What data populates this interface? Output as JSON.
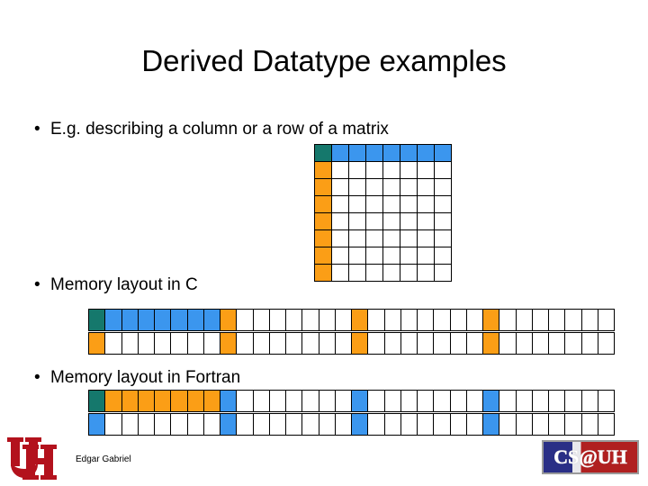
{
  "slide": {
    "title": "Derived Datatype examples",
    "background_color": "#FFFFFF",
    "text_color": "#000000"
  },
  "bullets": [
    {
      "marker": "•",
      "text": "E.g. describing a column or a row of a matrix"
    },
    {
      "marker": "•",
      "text": "Memory layout in C"
    },
    {
      "marker": "•",
      "text": "Memory layout in Fortran"
    }
  ],
  "colors": {
    "teal": "#15786C",
    "blue": "#3B96EE",
    "orange": "#FB9E16",
    "white": "#FFFFFF",
    "grid_line": "#000000",
    "logo_red": "#B02020",
    "logo_blue": "#2A2F86"
  },
  "matrix": {
    "rows": 8,
    "cols": 8,
    "cell_colors": [
      [
        "teal",
        "blue",
        "blue",
        "blue",
        "blue",
        "blue",
        "blue",
        "blue"
      ],
      [
        "orange",
        "white",
        "white",
        "white",
        "white",
        "white",
        "white",
        "white"
      ],
      [
        "orange",
        "white",
        "white",
        "white",
        "white",
        "white",
        "white",
        "white"
      ],
      [
        "orange",
        "white",
        "white",
        "white",
        "white",
        "white",
        "white",
        "white"
      ],
      [
        "orange",
        "white",
        "white",
        "white",
        "white",
        "white",
        "white",
        "white"
      ],
      [
        "orange",
        "white",
        "white",
        "white",
        "white",
        "white",
        "white",
        "white"
      ],
      [
        "orange",
        "white",
        "white",
        "white",
        "white",
        "white",
        "white",
        "white"
      ],
      [
        "orange",
        "white",
        "white",
        "white",
        "white",
        "white",
        "white",
        "white"
      ]
    ]
  },
  "memory_layout_c": {
    "label": "Memory layout in C",
    "cells_per_row": 32,
    "rows": [
      [
        "teal",
        "blue",
        "blue",
        "blue",
        "blue",
        "blue",
        "blue",
        "blue",
        "orange",
        "white",
        "white",
        "white",
        "white",
        "white",
        "white",
        "white",
        "orange",
        "white",
        "white",
        "white",
        "white",
        "white",
        "white",
        "white",
        "orange",
        "white",
        "white",
        "white",
        "white",
        "white",
        "white",
        "white"
      ],
      [
        "orange",
        "white",
        "white",
        "white",
        "white",
        "white",
        "white",
        "white",
        "orange",
        "white",
        "white",
        "white",
        "white",
        "white",
        "white",
        "white",
        "orange",
        "white",
        "white",
        "white",
        "white",
        "white",
        "white",
        "white",
        "orange",
        "white",
        "white",
        "white",
        "white",
        "white",
        "white",
        "white"
      ]
    ]
  },
  "memory_layout_fortran": {
    "label": "Memory layout in Fortran",
    "cells_per_row": 32,
    "rows": [
      [
        "teal",
        "orange",
        "orange",
        "orange",
        "orange",
        "orange",
        "orange",
        "orange",
        "blue",
        "white",
        "white",
        "white",
        "white",
        "white",
        "white",
        "white",
        "blue",
        "white",
        "white",
        "white",
        "white",
        "white",
        "white",
        "white",
        "blue",
        "white",
        "white",
        "white",
        "white",
        "white",
        "white",
        "white"
      ],
      [
        "blue",
        "white",
        "white",
        "white",
        "white",
        "white",
        "white",
        "white",
        "blue",
        "white",
        "white",
        "white",
        "white",
        "white",
        "white",
        "white",
        "blue",
        "white",
        "white",
        "white",
        "white",
        "white",
        "white",
        "white",
        "blue",
        "white",
        "white",
        "white",
        "white",
        "white",
        "white",
        "white"
      ]
    ]
  },
  "footer": {
    "author": "Edgar Gabriel",
    "uh_logo_alt": "UH",
    "csuh_logo_text": "CS@UH"
  }
}
